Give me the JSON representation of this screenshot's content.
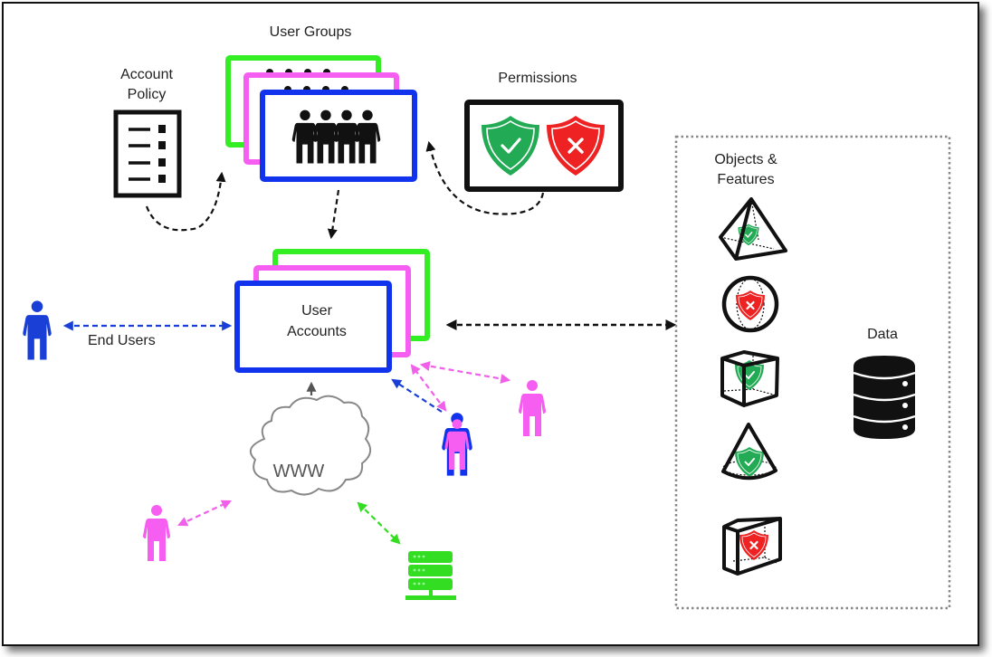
{
  "diagram": {
    "labels": {
      "user_groups": "User Groups",
      "account_policy_line1": "Account",
      "account_policy_line2": "Policy",
      "permissions": "Permissions",
      "user_accounts_line1": "User",
      "user_accounts_line2": "Accounts",
      "end_users": "End Users",
      "www": "WWW",
      "objects_features_line1": "Objects &",
      "objects_features_line2": "Features",
      "data": "Data"
    },
    "colors": {
      "blue": "#1133ee",
      "pink": "#f55ef0",
      "green": "#33ee22",
      "shield_green": "#22aa55",
      "shield_red": "#ee2222",
      "server_green": "#33dd22",
      "black": "#111111",
      "dash_gray": "#555555"
    },
    "objects": [
      {
        "shape": "pyramid",
        "permission": "allow"
      },
      {
        "shape": "sphere",
        "permission": "deny"
      },
      {
        "shape": "cube",
        "permission": "allow"
      },
      {
        "shape": "cone",
        "permission": "allow"
      },
      {
        "shape": "box",
        "permission": "deny"
      }
    ]
  }
}
